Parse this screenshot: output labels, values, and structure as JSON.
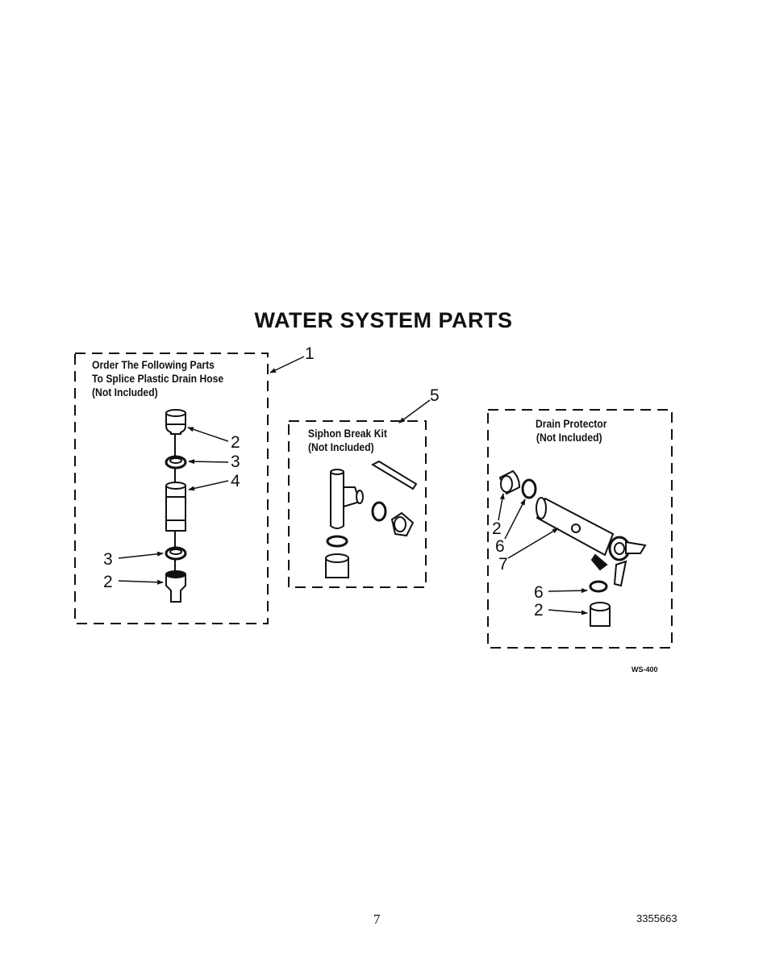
{
  "title": "WATER SYSTEM PARTS",
  "panels": [
    {
      "id": "splice",
      "lines": [
        "Order The Following Parts",
        "To Splice Plastic Drain Hose",
        "(Not Included)"
      ],
      "callout": "1"
    },
    {
      "id": "siphon",
      "lines": [
        "Siphon Break Kit",
        "(Not Included)"
      ],
      "callout": "5"
    },
    {
      "id": "drain",
      "lines": [
        "Drain Protector",
        "(Not Included)"
      ]
    }
  ],
  "callouts": {
    "splice": [
      "2",
      "3",
      "4",
      "3",
      "2"
    ],
    "drain": [
      "2",
      "6",
      "7",
      "6",
      "2"
    ]
  },
  "figure_code": "WS-400",
  "page_number": "7",
  "document_number": "3355663"
}
